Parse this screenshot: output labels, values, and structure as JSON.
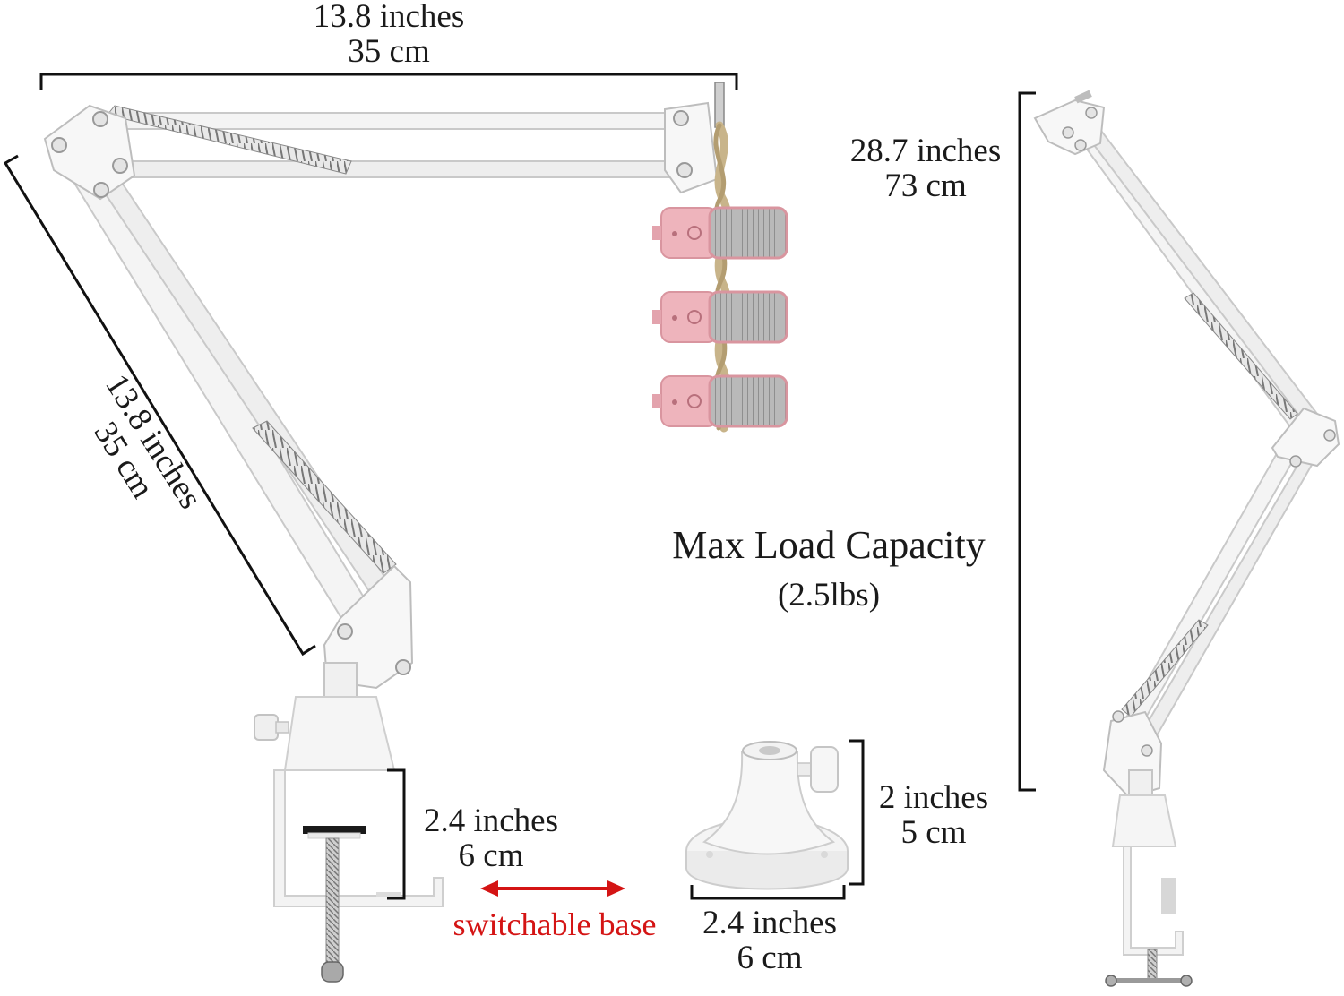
{
  "dimensions": {
    "top_arm": {
      "imperial": "13.8 inches",
      "metric": "35 cm"
    },
    "lower_arm": {
      "imperial": "13.8 inches",
      "metric": "35 cm"
    },
    "total_height": {
      "imperial": "28.7 inches",
      "metric": "73 cm"
    },
    "clamp_opening": {
      "imperial": "2.4 inches",
      "metric": "6 cm"
    },
    "base_height": {
      "imperial": "2 inches",
      "metric": "5 cm"
    },
    "base_width": {
      "imperial": "2.4 inches",
      "metric": "6 cm"
    }
  },
  "capacity": {
    "title": "Max Load Capacity",
    "value": "(2.5lbs)"
  },
  "switch_label": "switchable base",
  "colors": {
    "arm": "#f4f4f4",
    "arm_edge": "#c9c9c9",
    "mic_pink": "#eeb4bc",
    "rope": "#c8b48a",
    "accent_red": "#d41414",
    "dimension_line": "#111111"
  }
}
